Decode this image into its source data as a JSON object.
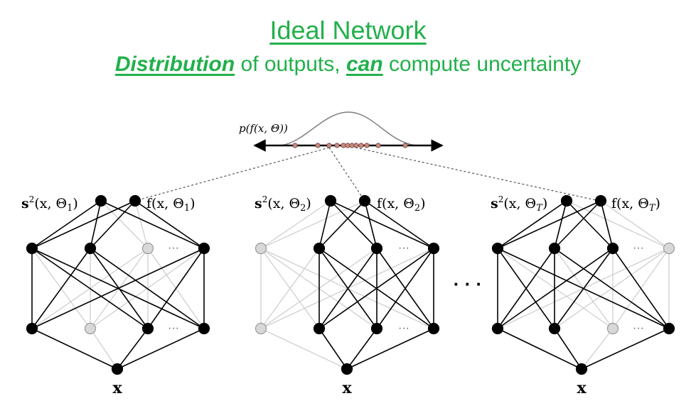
{
  "header": {
    "title": "Ideal Network",
    "subtitle_em1": "Distribution",
    "subtitle_mid": " of outputs, ",
    "subtitle_em2": "can",
    "subtitle_end": " compute uncertainty"
  },
  "distribution": {
    "label": "p(f(x, Θ))"
  },
  "networks": [
    {
      "s_label": "s",
      "s_args": "(x, Θ",
      "s_sub": "1",
      "f_label": "f(x, Θ",
      "f_sub": "1",
      "input_label": "x",
      "ellipsis": "···"
    },
    {
      "s_label": "s",
      "s_args": "(x, Θ",
      "s_sub": "2",
      "f_label": "f(x, Θ",
      "f_sub": "2",
      "input_label": "x",
      "ellipsis": "···"
    },
    {
      "s_label": "s",
      "s_args": "(x, Θ",
      "s_sub": "T",
      "f_label": "f(x, Θ",
      "f_sub": "T",
      "input_label": "x",
      "ellipsis": "···"
    }
  ],
  "between_ellipsis": "· · ·",
  "colors": {
    "accent": "#22b04b",
    "active": "#000000",
    "inactive": "#cfcfcf",
    "sample_dot": "#c98b80"
  }
}
